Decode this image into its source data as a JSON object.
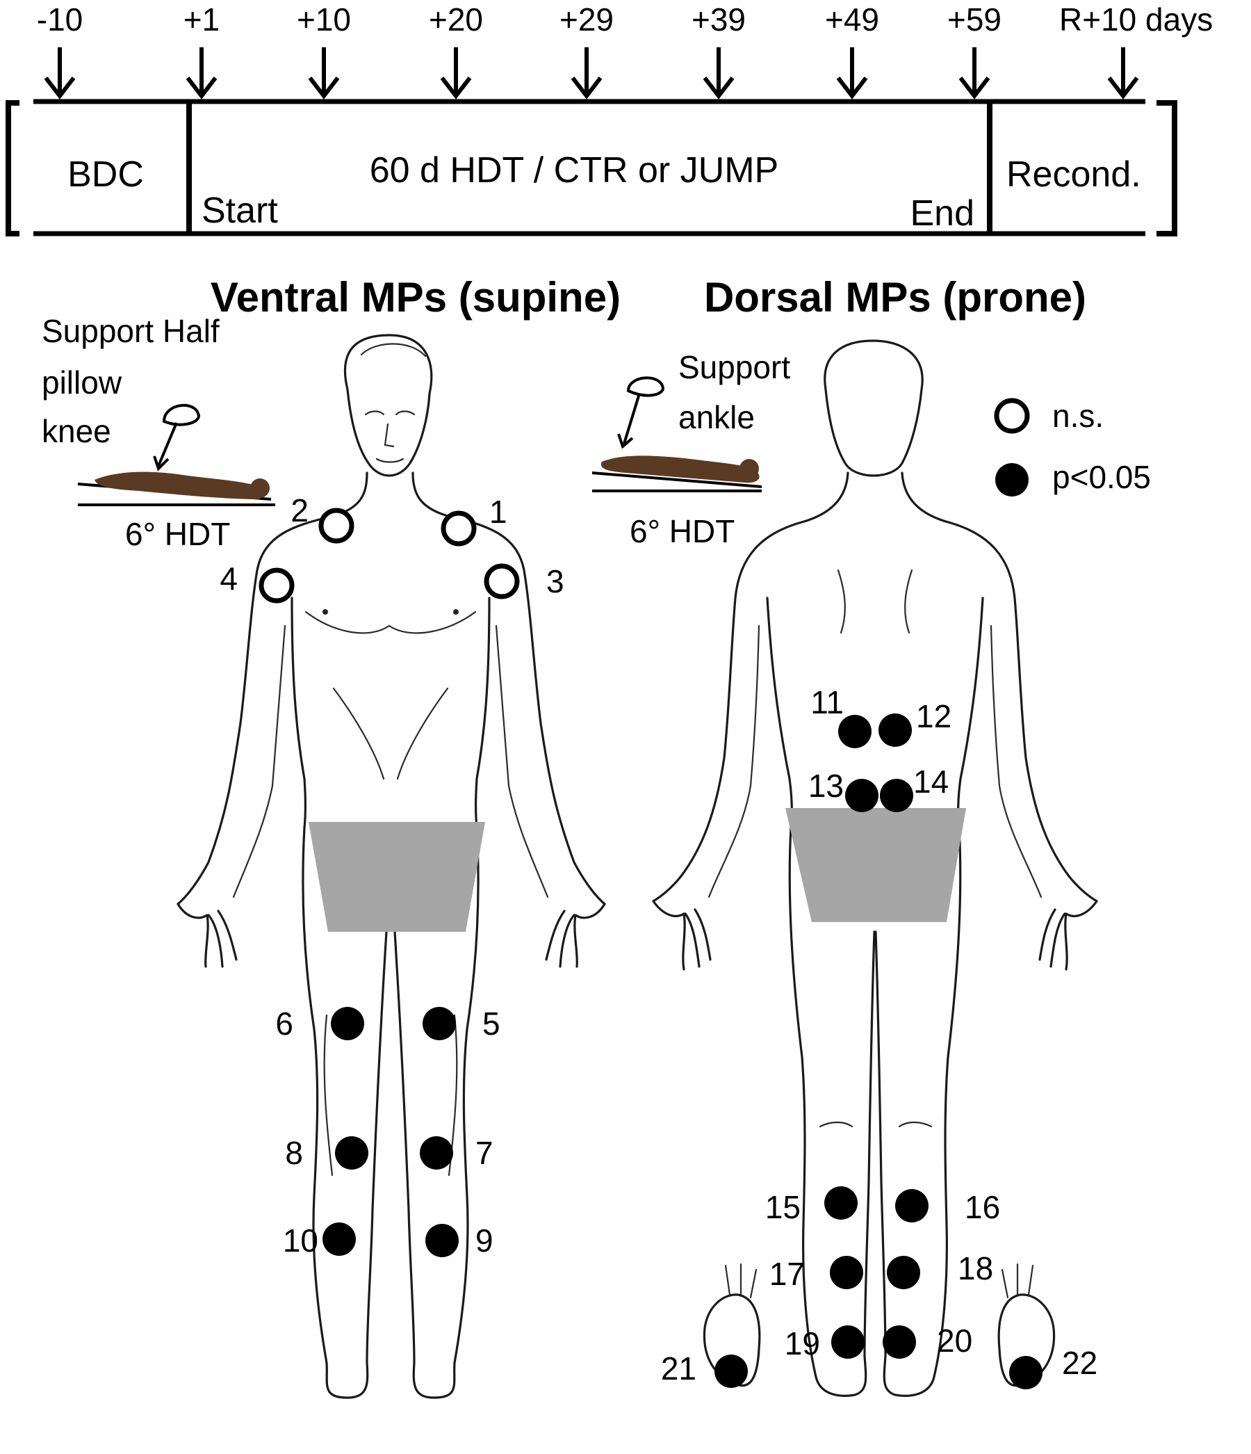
{
  "timeline": {
    "ticks": [
      "-10",
      "+1",
      "+10",
      "+20",
      "+29",
      "+39",
      "+49",
      "+59",
      "R+10 days"
    ],
    "phases": {
      "bdc": "BDC",
      "hdt": "60 d HDT / CTR or JUMP",
      "start": "Start",
      "end": "End",
      "recond": "Recond."
    }
  },
  "panels": {
    "ventral": {
      "title": "Ventral MPs (supine)",
      "support_text": [
        "Support Half",
        "pillow",
        "knee"
      ],
      "angle_label": "6° HDT"
    },
    "dorsal": {
      "title": "Dorsal  MPs (prone)",
      "support_text": [
        "Support",
        "ankle"
      ],
      "angle_label": "6° HDT"
    }
  },
  "legend": {
    "ns": "n.s.",
    "sig": "p<0.05"
  },
  "measurement_points": [
    {
      "id": "1",
      "significant": false
    },
    {
      "id": "2",
      "significant": false
    },
    {
      "id": "3",
      "significant": false
    },
    {
      "id": "4",
      "significant": false
    },
    {
      "id": "5",
      "significant": true
    },
    {
      "id": "6",
      "significant": true
    },
    {
      "id": "7",
      "significant": true
    },
    {
      "id": "8",
      "significant": true
    },
    {
      "id": "9",
      "significant": true
    },
    {
      "id": "10",
      "significant": true
    },
    {
      "id": "11",
      "significant": true
    },
    {
      "id": "12",
      "significant": true
    },
    {
      "id": "13",
      "significant": true
    },
    {
      "id": "14",
      "significant": true
    },
    {
      "id": "15",
      "significant": true
    },
    {
      "id": "16",
      "significant": true
    },
    {
      "id": "17",
      "significant": true
    },
    {
      "id": "18",
      "significant": true
    },
    {
      "id": "19",
      "significant": true
    },
    {
      "id": "20",
      "significant": true
    },
    {
      "id": "21",
      "significant": true
    },
    {
      "id": "22",
      "significant": true
    }
  ],
  "colors": {
    "ink": "#000000",
    "censor_box": "#a6a6a6",
    "figure_skin": "#5a3a22"
  }
}
